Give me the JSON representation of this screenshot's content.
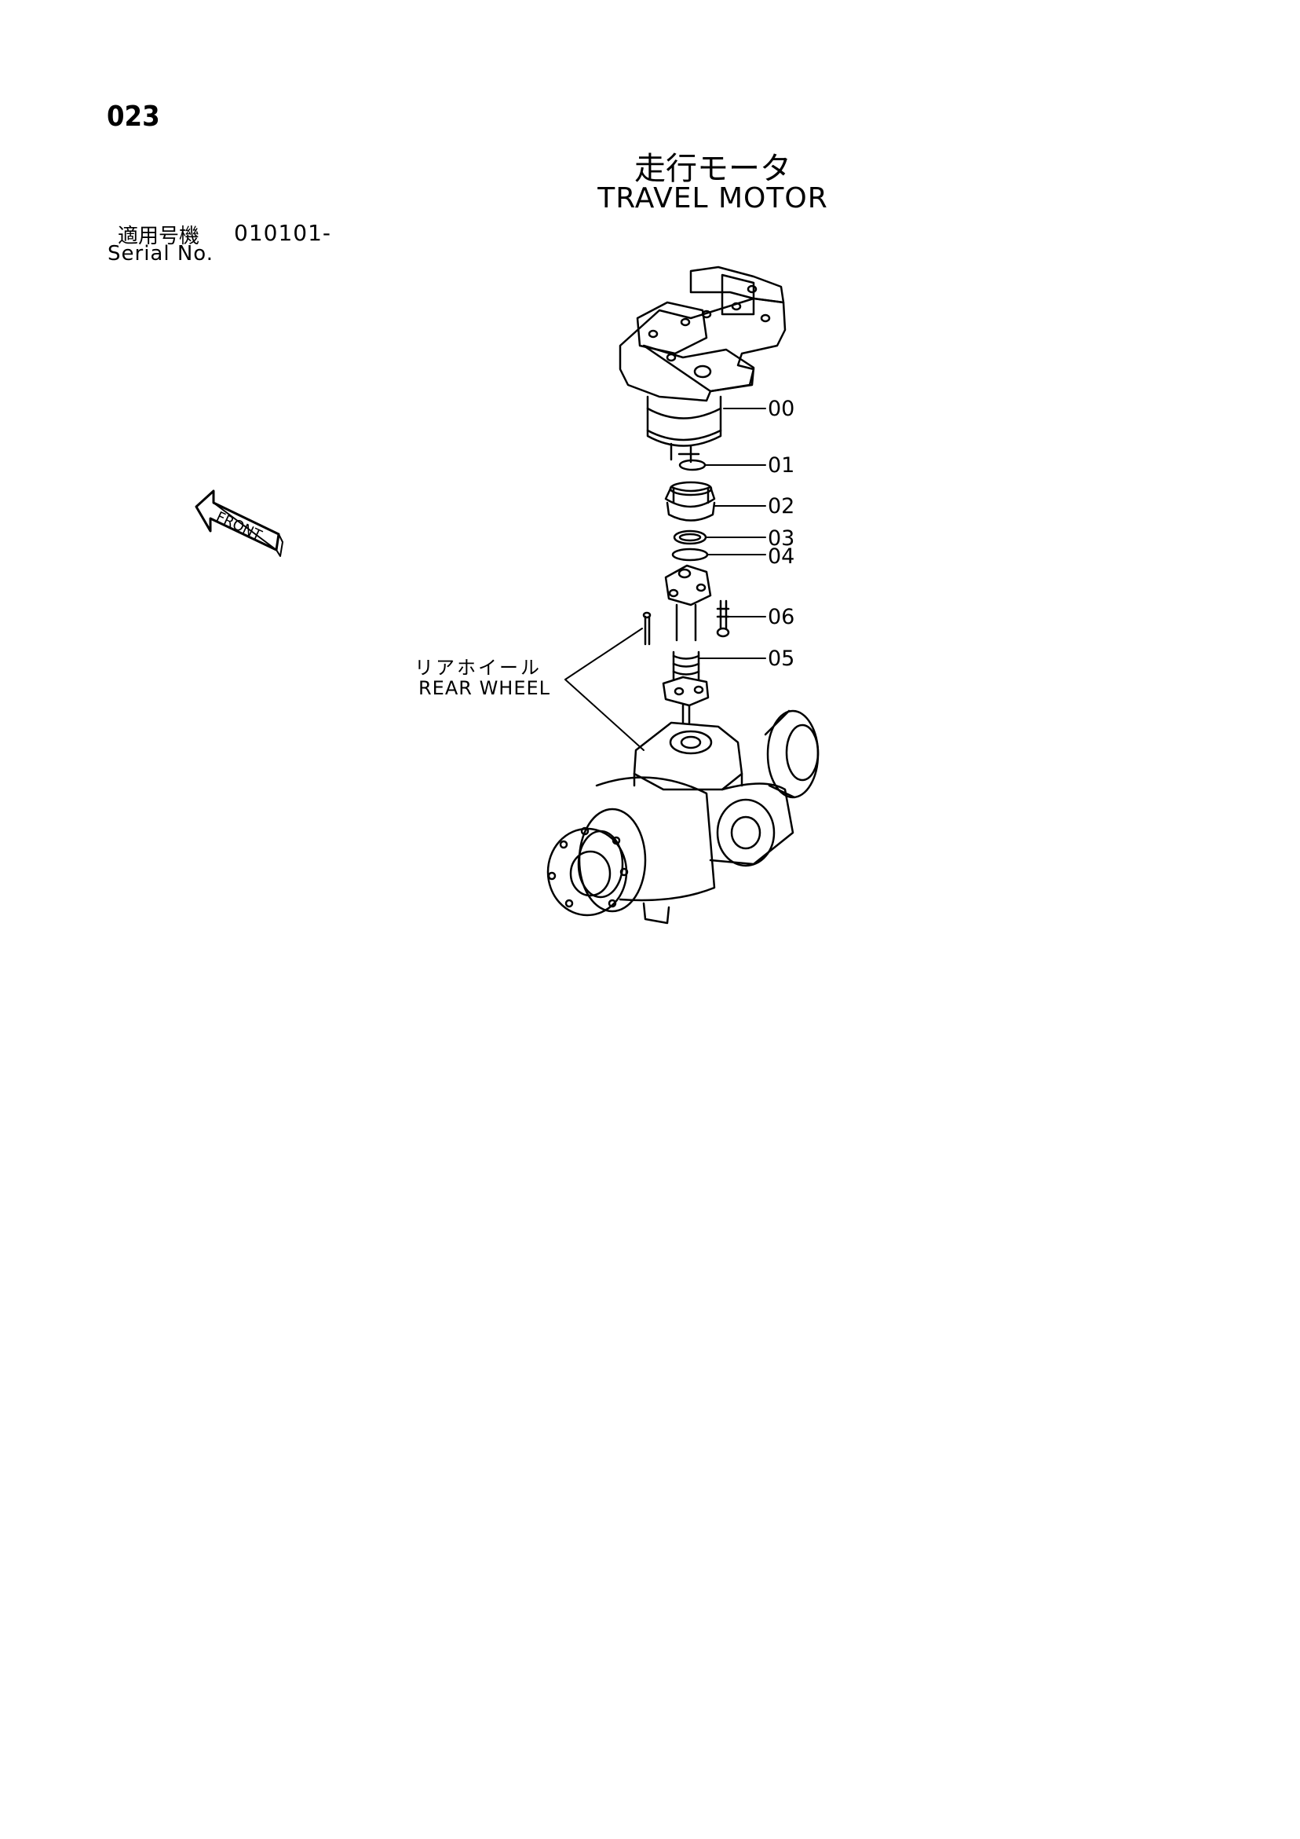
{
  "page": {
    "number": "023",
    "title_jp": "走行モータ",
    "title_en": "TRAVEL MOTOR"
  },
  "serial": {
    "label_jp": "適用号機",
    "value": "010101-",
    "label_en": "Serial No."
  },
  "front_arrow": {
    "label": "FRONT"
  },
  "parts": [
    {
      "no": "00"
    },
    {
      "no": "01"
    },
    {
      "no": "02"
    },
    {
      "no": "03"
    },
    {
      "no": "04"
    },
    {
      "no": "06"
    },
    {
      "no": "05"
    }
  ],
  "callout": {
    "label_jp": "リアホイール",
    "label_en": "REAR WHEEL"
  }
}
